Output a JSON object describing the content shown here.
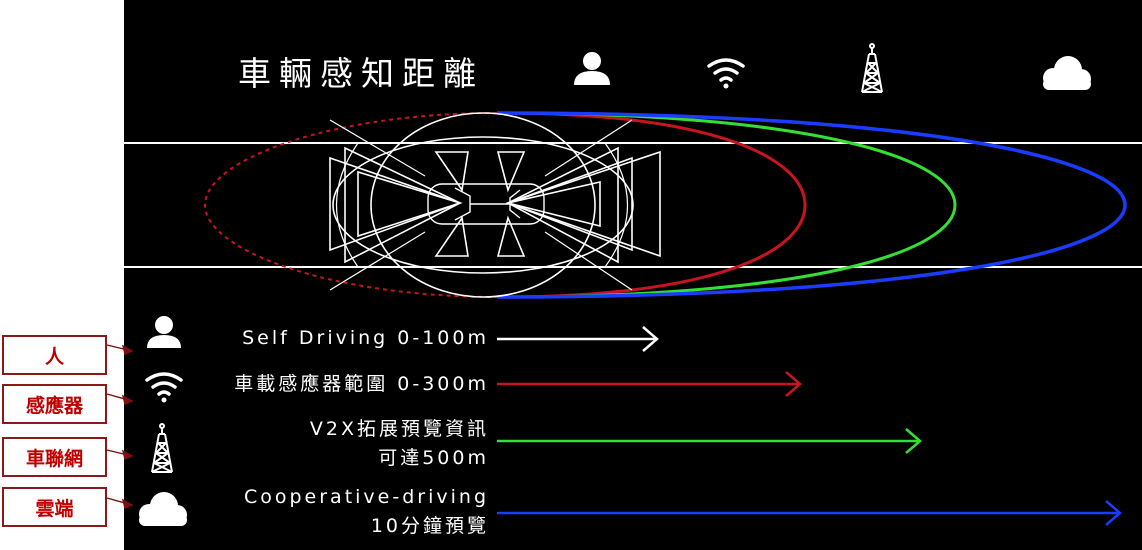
{
  "title": "車輛感知距離",
  "header_icons": [
    "person-icon",
    "wifi-icon",
    "tower-icon",
    "cloud-icon"
  ],
  "colors": {
    "white": "#ffffff",
    "red": "#c8141e",
    "green": "#33e033",
    "blue": "#1a3cff",
    "callout_text": "#c00000"
  },
  "legend": [
    {
      "icon": "person-icon",
      "line1": "Self Driving 0-100m",
      "line2": "",
      "color": "#ffffff",
      "callout": "人"
    },
    {
      "icon": "wifi-icon",
      "line1": "車載感應器範圍 0-300m",
      "line2": "",
      "color": "#c8141e",
      "callout": "感應器"
    },
    {
      "icon": "tower-icon",
      "line1": "V2X拓展預覽資訊",
      "line2": "可達500m",
      "color": "#33e033",
      "callout": "車聯網"
    },
    {
      "icon": "cloud-icon",
      "line1": "Cooperative-driving",
      "line2": "10分鐘預覽",
      "color": "#1a3cff",
      "callout": "雲端"
    }
  ]
}
